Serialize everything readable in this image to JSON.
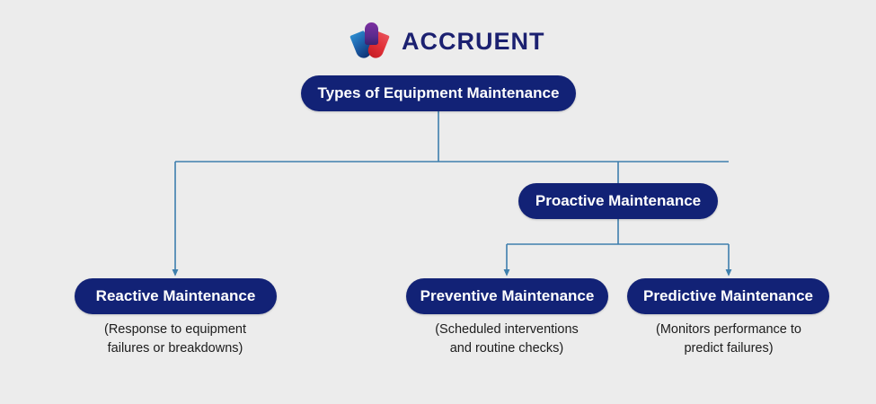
{
  "background_color": "#ececec",
  "brand": {
    "name": "ACCRUENT",
    "wordmark_color": "#1b2070",
    "mark": {
      "left_shape": "blue-teardrop",
      "right_shape": "red-teardrop",
      "top_shape": "purple-teardrop",
      "blue": "#1f67b0",
      "red": "#e23138",
      "purple": "#5c2a8e"
    }
  },
  "theme": {
    "node_fill": "#122276",
    "node_text": "#ffffff",
    "connector_color": "#3e7fad",
    "caption_text": "#1c1c1c"
  },
  "diagram": {
    "type": "hierarchy-tree",
    "root": {
      "id": "types-of-equipment-maintenance",
      "label": "Types of Equipment Maintenance"
    },
    "nodes": [
      {
        "id": "proactive",
        "label": "Proactive Maintenance",
        "caption": "",
        "parent": "types-of-equipment-maintenance",
        "level": 2
      },
      {
        "id": "reactive",
        "label": "Reactive Maintenance",
        "caption_line_1": "(Response to equipment",
        "caption_line_2": "failures or breakdowns)",
        "parent": "types-of-equipment-maintenance",
        "level": 3
      },
      {
        "id": "preventive",
        "label": "Preventive Maintenance",
        "caption_line_1": "(Scheduled interventions",
        "caption_line_2": "and routine checks)",
        "parent": "proactive",
        "level": 3
      },
      {
        "id": "predictive",
        "label": "Predictive Maintenance",
        "caption_line_1": "(Monitors performance to",
        "caption_line_2": "predict failures)",
        "parent": "proactive",
        "level": 3
      }
    ]
  }
}
